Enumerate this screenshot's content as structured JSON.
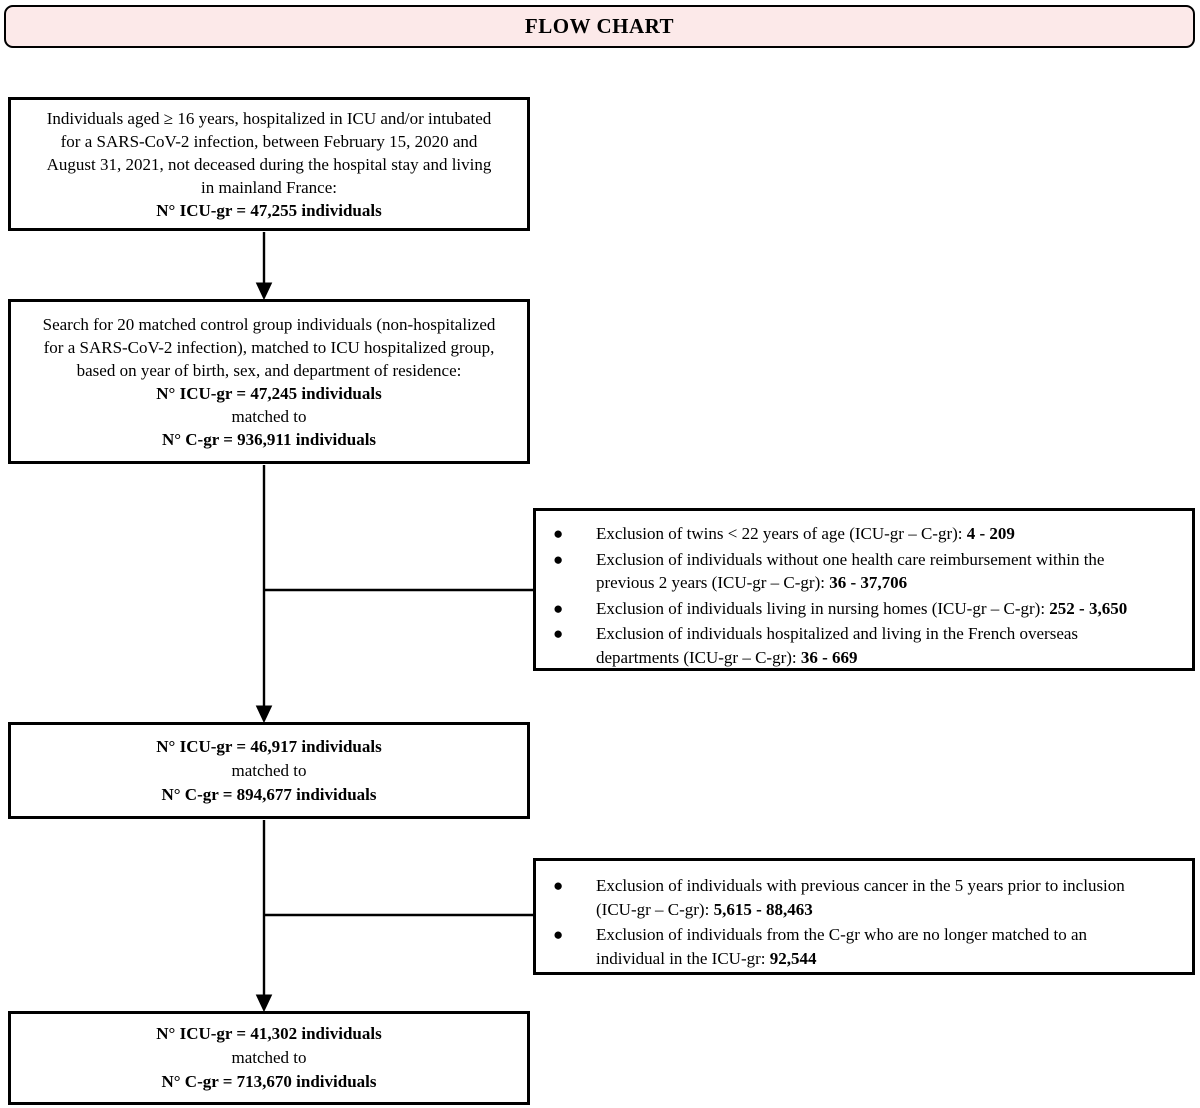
{
  "title": "FLOW CHART",
  "colors": {
    "title_bg": "#fce9e9",
    "border": "#000000",
    "background": "#ffffff"
  },
  "box1": {
    "line1": "Individuals aged ≥ 16 years, hospitalized in ICU and/or intubated",
    "line2": "for a SARS-CoV-2 infection, between February 15, 2020 and",
    "line3": "August 31, 2021, not deceased during the hospital stay and living",
    "line4": "in mainland France:",
    "count": "N° ICU-gr = 47,255 individuals"
  },
  "box2": {
    "line1": "Search for 20 matched control group individuals (non-hospitalized",
    "line2": "for a SARS-CoV-2 infection), matched to ICU hospitalized group,",
    "line3": "based on year of birth, sex, and department of residence:",
    "icu_count": "N° ICU-gr = 47,245 individuals",
    "matched_label": "matched to",
    "c_count": "N° C-gr = 936,911 individuals"
  },
  "exclusions1": {
    "items": [
      {
        "text": "Exclusion of twins < 22 years of age (ICU-gr – C-gr): ",
        "value": "4 - 209"
      },
      {
        "line1": "Exclusion of individuals without one health care reimbursement within the ",
        "line2": "previous 2 years (ICU-gr – C-gr): ",
        "value": "36 - 37,706"
      },
      {
        "text": "Exclusion of individuals living in nursing homes (ICU-gr – C-gr): ",
        "value": "252 - 3,650"
      },
      {
        "line1": "Exclusion of individuals hospitalized and living in the French overseas ",
        "line2": "departments (ICU-gr – C-gr): ",
        "value": "36 - 669"
      }
    ]
  },
  "box3": {
    "icu_count": "N° ICU-gr = 46,917 individuals",
    "matched_label": "matched to",
    "c_count": "N° C-gr = 894,677 individuals"
  },
  "exclusions2": {
    "items": [
      {
        "line1": "Exclusion of individuals with previous cancer in the 5 years prior to inclusion ",
        "line2": "(ICU-gr – C-gr): ",
        "value": "5,615 - 88,463"
      },
      {
        "line1": "Exclusion of individuals from the C-gr who are no longer matched to an ",
        "line2": "individual in the ICU-gr: ",
        "value": "92,544"
      }
    ]
  },
  "box4": {
    "icu_count": "N° ICU-gr = 41,302 individuals",
    "matched_label": "matched to",
    "c_count": "N° C-gr = 713,670 individuals"
  }
}
